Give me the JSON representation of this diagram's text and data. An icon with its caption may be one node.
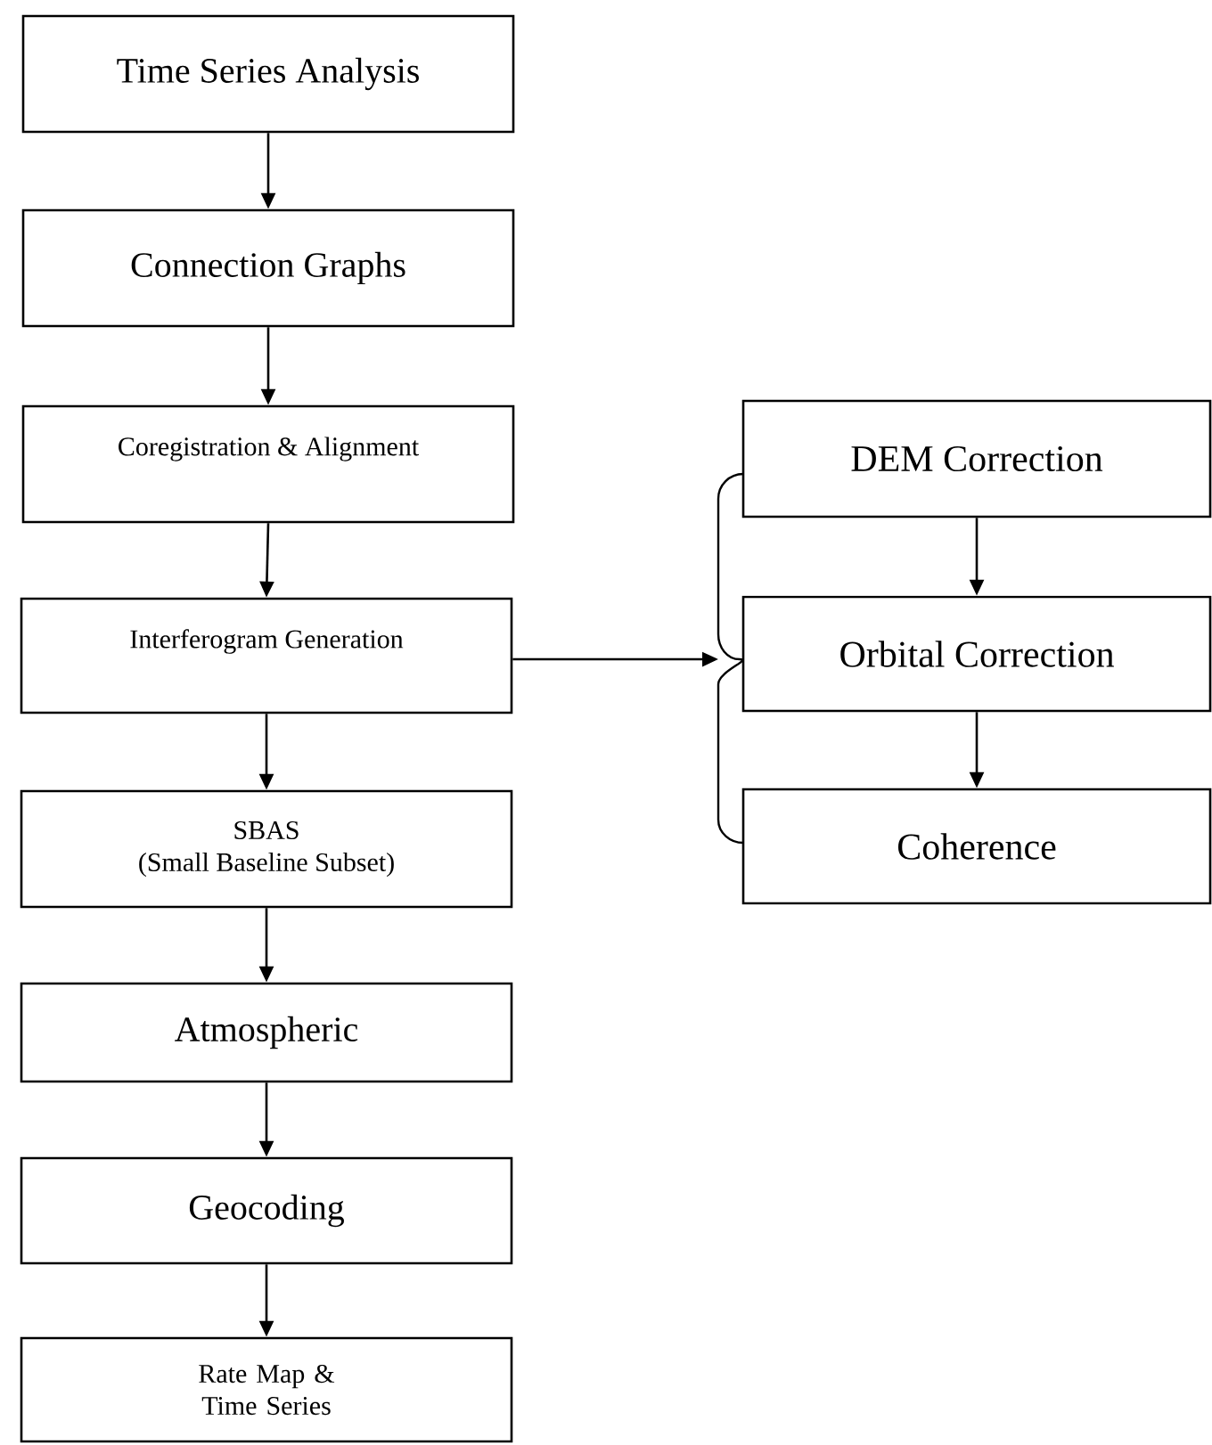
{
  "diagram": {
    "nodes": [
      {
        "text": [
          "Time Series Analysis"
        ]
      },
      {
        "text": [
          "Connection Graphs"
        ]
      },
      {
        "text": [
          "Coregistration & Alignment"
        ]
      },
      {
        "text": [
          "Interferogram Generation"
        ]
      },
      {
        "text": [
          "SBAS",
          "(Small Baseline Subset)"
        ]
      },
      {
        "text": [
          "Atmospheric"
        ]
      },
      {
        "text": [
          "Geocoding"
        ]
      },
      {
        "text": [
          "Rate Map & Time Series"
        ]
      },
      {
        "text": [
          "DEM Correction"
        ]
      },
      {
        "text": [
          "Orbital Correction"
        ]
      },
      {
        "text": [
          "Coherence"
        ]
      }
    ],
    "edges": [
      {
        "from": 0,
        "to": 1,
        "arrow": "to"
      },
      {
        "from": 1,
        "to": 2,
        "arrow": "to"
      },
      {
        "from": 2,
        "to": 3,
        "arrow": "to"
      },
      {
        "from": 3,
        "to": 4,
        "arrow": "to"
      },
      {
        "from": 4,
        "to": 5,
        "arrow": "to"
      },
      {
        "from": 5,
        "to": 6,
        "arrow": "to"
      },
      {
        "from": 6,
        "to": 7,
        "arrow": "to"
      },
      {
        "from": 3,
        "to": 9,
        "arrow": "to"
      },
      {
        "from": 8,
        "to": 9,
        "arrow": "to"
      },
      {
        "from": 9,
        "to": 10,
        "arrow": "to"
      }
    ]
  }
}
